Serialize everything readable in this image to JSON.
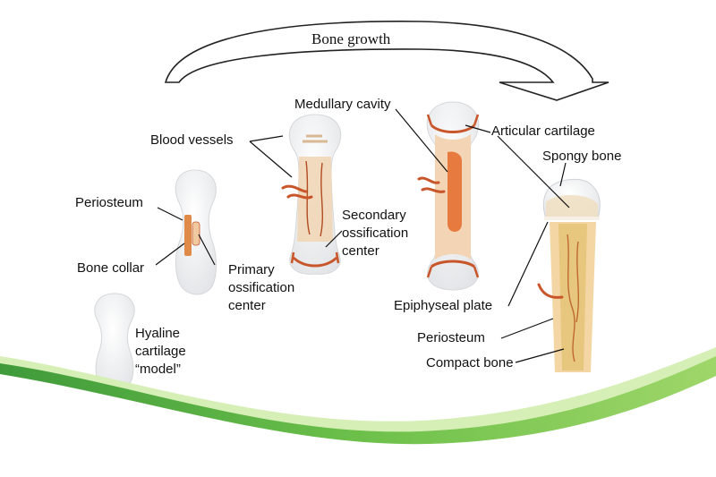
{
  "title_arrow": "Bone growth",
  "stage1": {
    "label_line1": "Hyaline",
    "label_line2": "cartilage",
    "label_line3": "“model”"
  },
  "stage2": {
    "periosteum": "Periosteum",
    "bone_collar": "Bone collar",
    "primary_line1": "Primary",
    "primary_line2": "ossification",
    "primary_line3": "center"
  },
  "stage3": {
    "blood_vessels": "Blood vessels",
    "secondary_line1": "Secondary",
    "secondary_line2": "ossification",
    "secondary_line3": "center"
  },
  "stage4": {
    "medullary_cavity": "Medullary cavity"
  },
  "stage5": {
    "articular_cartilage": "Articular cartilage",
    "spongy_bone": "Spongy bone",
    "epiphyseal_plate": "Epiphyseal plate",
    "periosteum": "Periosteum",
    "compact_bone": "Compact bone"
  },
  "colors": {
    "cartilage": "#f1f2f4",
    "bone_tissue": "#f3dcc4",
    "vessel": "#c8562a",
    "marrow": "#e77a3f",
    "shaft": "#e7c77e",
    "footer_green": "#5fb43f",
    "footer_light": "#b9e27f"
  }
}
